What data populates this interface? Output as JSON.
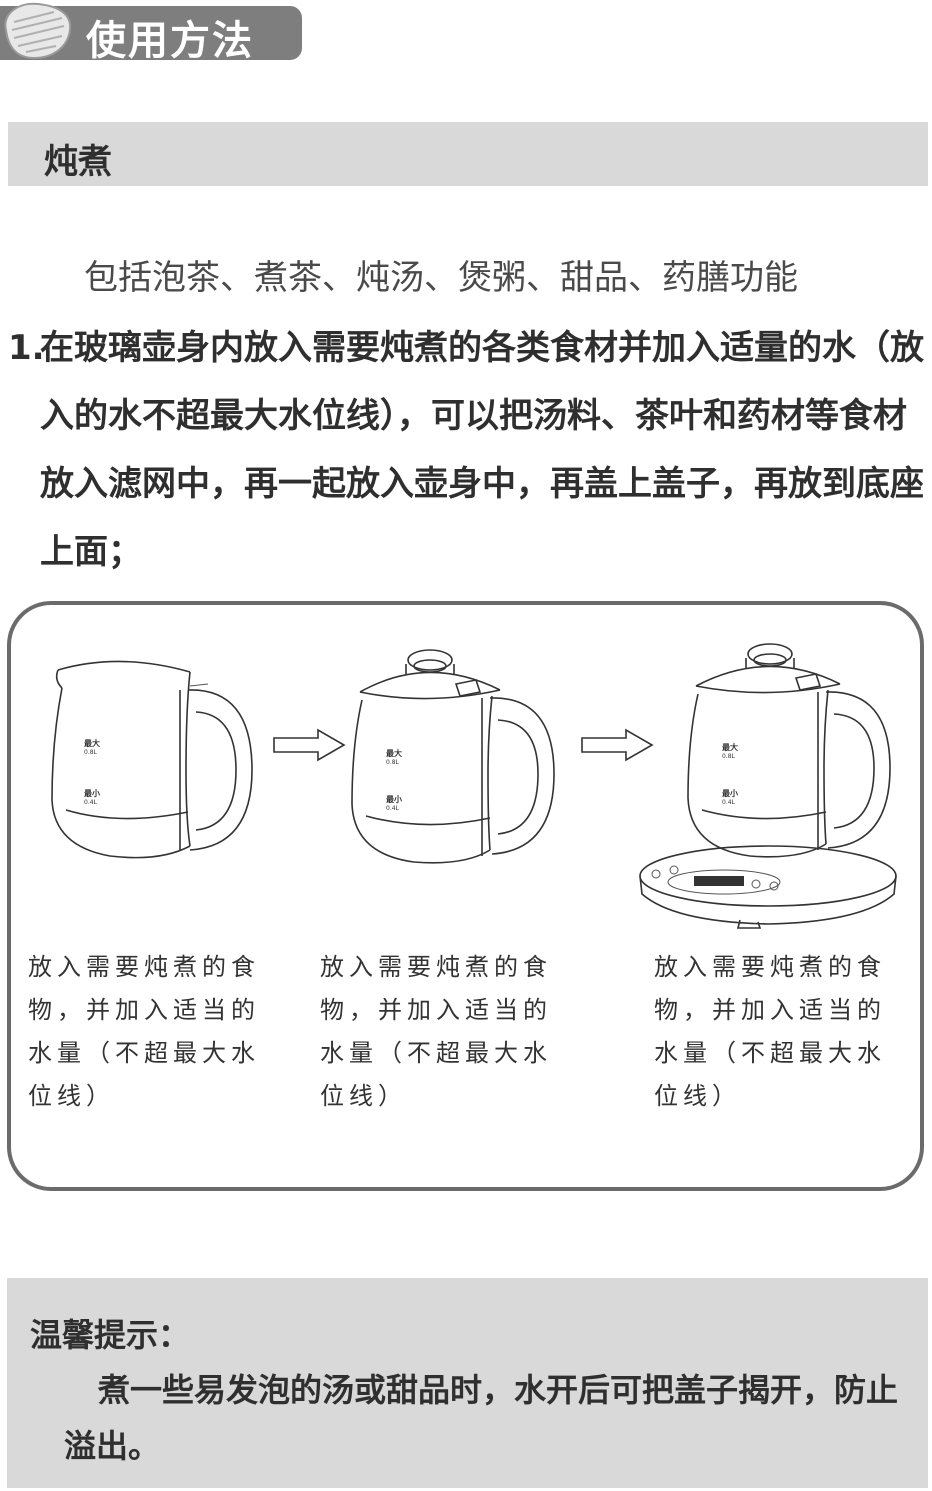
{
  "header": {
    "title": "使用方法"
  },
  "section": {
    "title": "炖煮"
  },
  "intro": "包括泡茶、煮茶、炖汤、煲粥、甜品、药膳功能",
  "step1": {
    "number": "1.",
    "text": "在玻璃壶身内放入需要炖煮的各类食材并加入适量的水（放入的水不超最大水位线），可以把汤料、茶叶和药材等食材放入滤网中，再一起放入壶身中，再盖上盖子，再放到底座上面；"
  },
  "kettle_marks": {
    "max_label": "最大",
    "max_volume": "0.8L",
    "min_label": "最小",
    "min_volume": "0.4L"
  },
  "captions": [
    "放入需要炖煮的食物，并加入适当的水量（不超最大水位线）",
    "放入需要炖煮的食物，并加入适当的水量（不超最大水位线）",
    "放入需要炖煮的食物，并加入适当的水量（不超最大水位线）"
  ],
  "tip": {
    "title": "温馨提示：",
    "text": "煮一些易发泡的汤或甜品时，水开后可把盖子揭开，防止溢出。"
  }
}
